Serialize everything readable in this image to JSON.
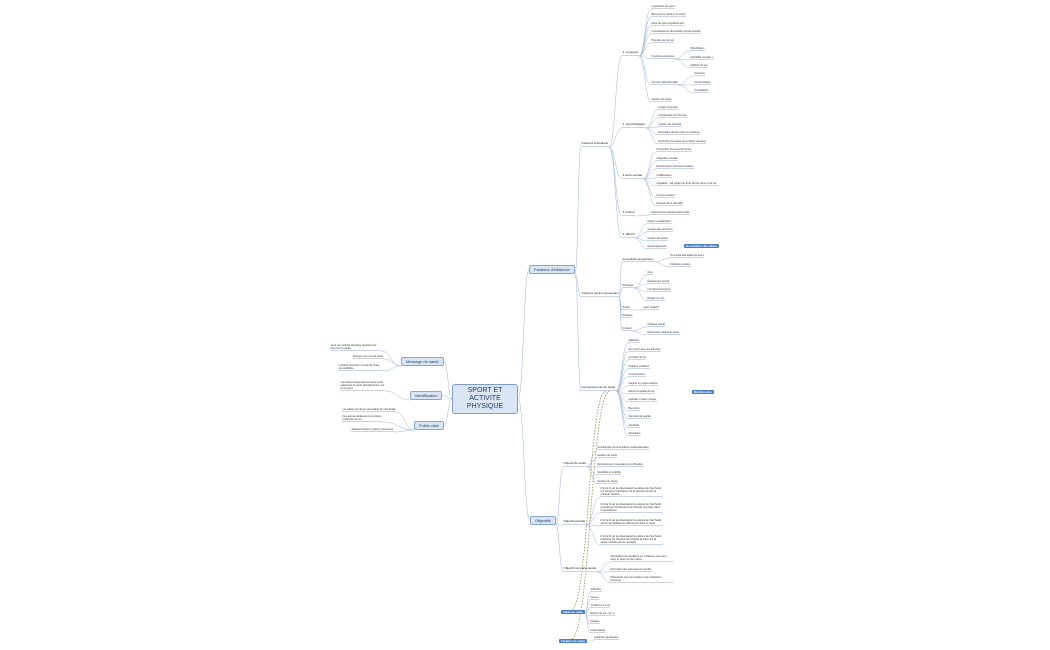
{
  "root": {
    "label": "SPORT ET ACTIVITE PHYSIQUE"
  },
  "colors": {
    "line": "#9eb6d4",
    "dashed": "#8a7a3a",
    "callout": "#4a7fc1"
  },
  "left": {
    "message": {
      "label": "Message de santé",
      "items": [
        "Avoir une activité physique régulière est bon pour la santé",
        "Bouger pour son de sentir",
        "L'activité sportives c'est la clé d'une vie équilibrée"
      ]
    },
    "identification": {
      "label": "Identification",
      "items": [
        "Les élèves fréquenteront moins qu'ils pratiquant de sport (handisportive, pré et du sport"
      ]
    },
    "public": {
      "label": "Public cible",
      "items": [
        "Les élèves de 3ème secondaire de Cité Soleil",
        "Des jeunes adolescents en pleine recherche de soi",
        "Adolescent(e)s en pleine croissance"
      ]
    }
  },
  "facteurs": {
    "label": "Facteurs d'influence",
    "individuels": {
      "label": "Facteurs individuels",
      "logiques": {
        "label": "1. Logiques",
        "items": [
          "Importance du sport",
          "Bien-pour la santé et le corps",
          "Faire du sport régulièrement",
          "Connaissances du bienfait propres sportifs",
          "Prendre soin de soi"
        ]
      },
      "fonctions": {
        "label": "Fonction exécutives",
        "items": [
          "Planification",
          "Flexibilité mentale +",
          "Maîtrise de soi"
        ]
      },
      "attentionnelles": {
        "label": "Fonction attentionnelle",
        "items": [
          "Attention",
          "Concentration",
          "Focalisation"
        ]
      },
      "gestion": {
        "label": "Gestion du stress"
      },
      "psycho": {
        "label": "2. psychologique",
        "items": [
          "Image corporelle",
          "Amélioration de l'humeur",
          "Gestion de l'anxiété",
          "Promotion de bien-être et confiance",
          "Réduction de risque de troubles mentaux"
        ]
      },
      "sociale": {
        "label": "3.socio-sociale",
        "items": [
          "Prévention d'une performance",
          "intégration sociale",
          "Renforcement des liens sociaux",
          "Collaboration",
          "Inégalités : fait (règle) au fil du fait de soins et de vie",
          "Communication",
          "Respect de la diversité"
        ]
      },
      "culturel": {
        "label": "3.culturel",
        "items": [
          "Transmission intergénérationnelle"
        ]
      },
      "affectif": {
        "label": "4. affectif",
        "items": [
          "Plaisir et satisfaction",
          "Gestion des émotions",
          "Gestion du stress",
          "Épanouissement"
        ]
      }
    },
    "environnementaux": {
      "label": "Facteurs environnementaux",
      "geo": {
        "label": "Accessibilité géographique",
        "items": [
          "Proximité des salles de sport",
          "Distance scolaire"
        ]
      },
      "physique": {
        "label": "Physique",
        "items": [
          "Clos",
          "Équipement sportif",
          "Infrastructure(sport)",
          "Risque ou non"
        ]
      },
      "social": {
        "label": "Social",
        "items": [
          "sport collectif"
        ]
      },
      "politique": {
        "label": "Politique"
      },
      "culturel": {
        "label": "Culturel",
        "items": [
          "Pratique sportif",
          "Patrimoine culturel du sport"
        ]
      }
    },
    "comportements": {
      "label": "Comportements de santé",
      "items": [
        "Addiction",
        "Se nourrir avec les aliments",
        "Contrôle de soi",
        "Pratique modérée",
        "Consciencieux",
        "Gagner en propre-estime",
        "Mener la qualité de vie",
        "Hydrater et bien manger",
        "Bien-faire",
        "Sommeil de qualité",
        "Assiduité",
        "Motivation"
      ]
    }
  },
  "callouts": {
    "env": "les ancêtres des élèves",
    "bad": "Mal-Bien-être",
    "stade": "Stade de santé",
    "facteurs": "Facteurs de santé"
  },
  "objectifs": {
    "label": "Objectifs",
    "sante": {
      "label": "Objectif de santé",
      "items": [
        "Amélioration de la condition cardiovasculaire",
        "Gestion du poids",
        "Renforcement musculaire et tonification",
        "Flexibilité et mobilité",
        "Gestion du stress"
      ]
    },
    "educatifs": {
      "label": "Objectif éducatif",
      "items": [
        "D'ici la fin de la présentation les élèves de Cité Soleil ont compris l'importance de la sécurité lors de la pratique sportive",
        "D'ici la fin de la présentation les élèves de Cité Soleil connaissent l'importance de l'activité physique dans le quotidienne",
        "D'ici la fin de la présentation les élèves de Cité Soleil seront sensibilisés au raffinement dans ce sport",
        "D'ici la fin de la présentation les élèves de Cité Soleil, améliorer les bienfaits de l'activité sportive sur la santé mentale (stress, anxiété)"
      ]
    },
    "comportementaux": {
      "label": "Objectif comportemental",
      "items": [
        "Sensibiliser les étudiants sur l'influence que peut avoir le sport sur leur santé",
        "Promotion des événements sportifs",
        "Partenariat avec les écoles et les institutions sportives"
      ]
    }
  },
  "stade": {
    "items": [
      "Addiction",
      "Genou",
      "Confiance en soi",
      "Estime de soi, moi, il",
      "Fatigue",
      "Dépendance"
    ]
  },
  "facteursSante": {
    "items": [
      "Facteurs génétiques"
    ]
  }
}
